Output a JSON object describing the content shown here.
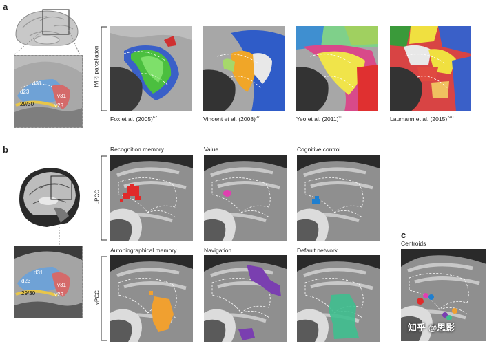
{
  "panel_a": {
    "letter": "a",
    "inset_labels": {
      "d31": "d31",
      "d23": "d23",
      "v31": "v31",
      "v23": "v23",
      "r2930": "29/30"
    },
    "row_label": "fMRI parcellation",
    "captions": [
      {
        "text": "Fox et al. (2005)",
        "ref": "62"
      },
      {
        "text": "Vincent et al. (2008)",
        "ref": "97"
      },
      {
        "text": "Yeo et al. (2011)",
        "ref": "91"
      },
      {
        "text": "Laumann et al. (2015)",
        "ref": "240"
      }
    ]
  },
  "panel_b": {
    "letter": "b",
    "inset_labels": {
      "d31": "d31",
      "d23": "d23",
      "v31": "v31",
      "v23": "v23",
      "r2930": "29/30"
    },
    "row_labels": {
      "top": "dPCC",
      "bottom": "vPCC"
    },
    "titles": {
      "recognition": "Recognition memory",
      "value": "Value",
      "cognitive": "Cognitive control",
      "autobio": "Autobiographical memory",
      "navigation": "Navigation",
      "default": "Default network"
    },
    "colors": {
      "recognition": "#e02a2a",
      "value": "#e040b0",
      "cognitive": "#1f7fd0",
      "autobio": "#f0a030",
      "navigation": "#7a3fb0",
      "default": "#3fbf8f"
    }
  },
  "panel_c": {
    "letter": "c",
    "title": "Centroids"
  },
  "watermark": "知乎 @思影"
}
